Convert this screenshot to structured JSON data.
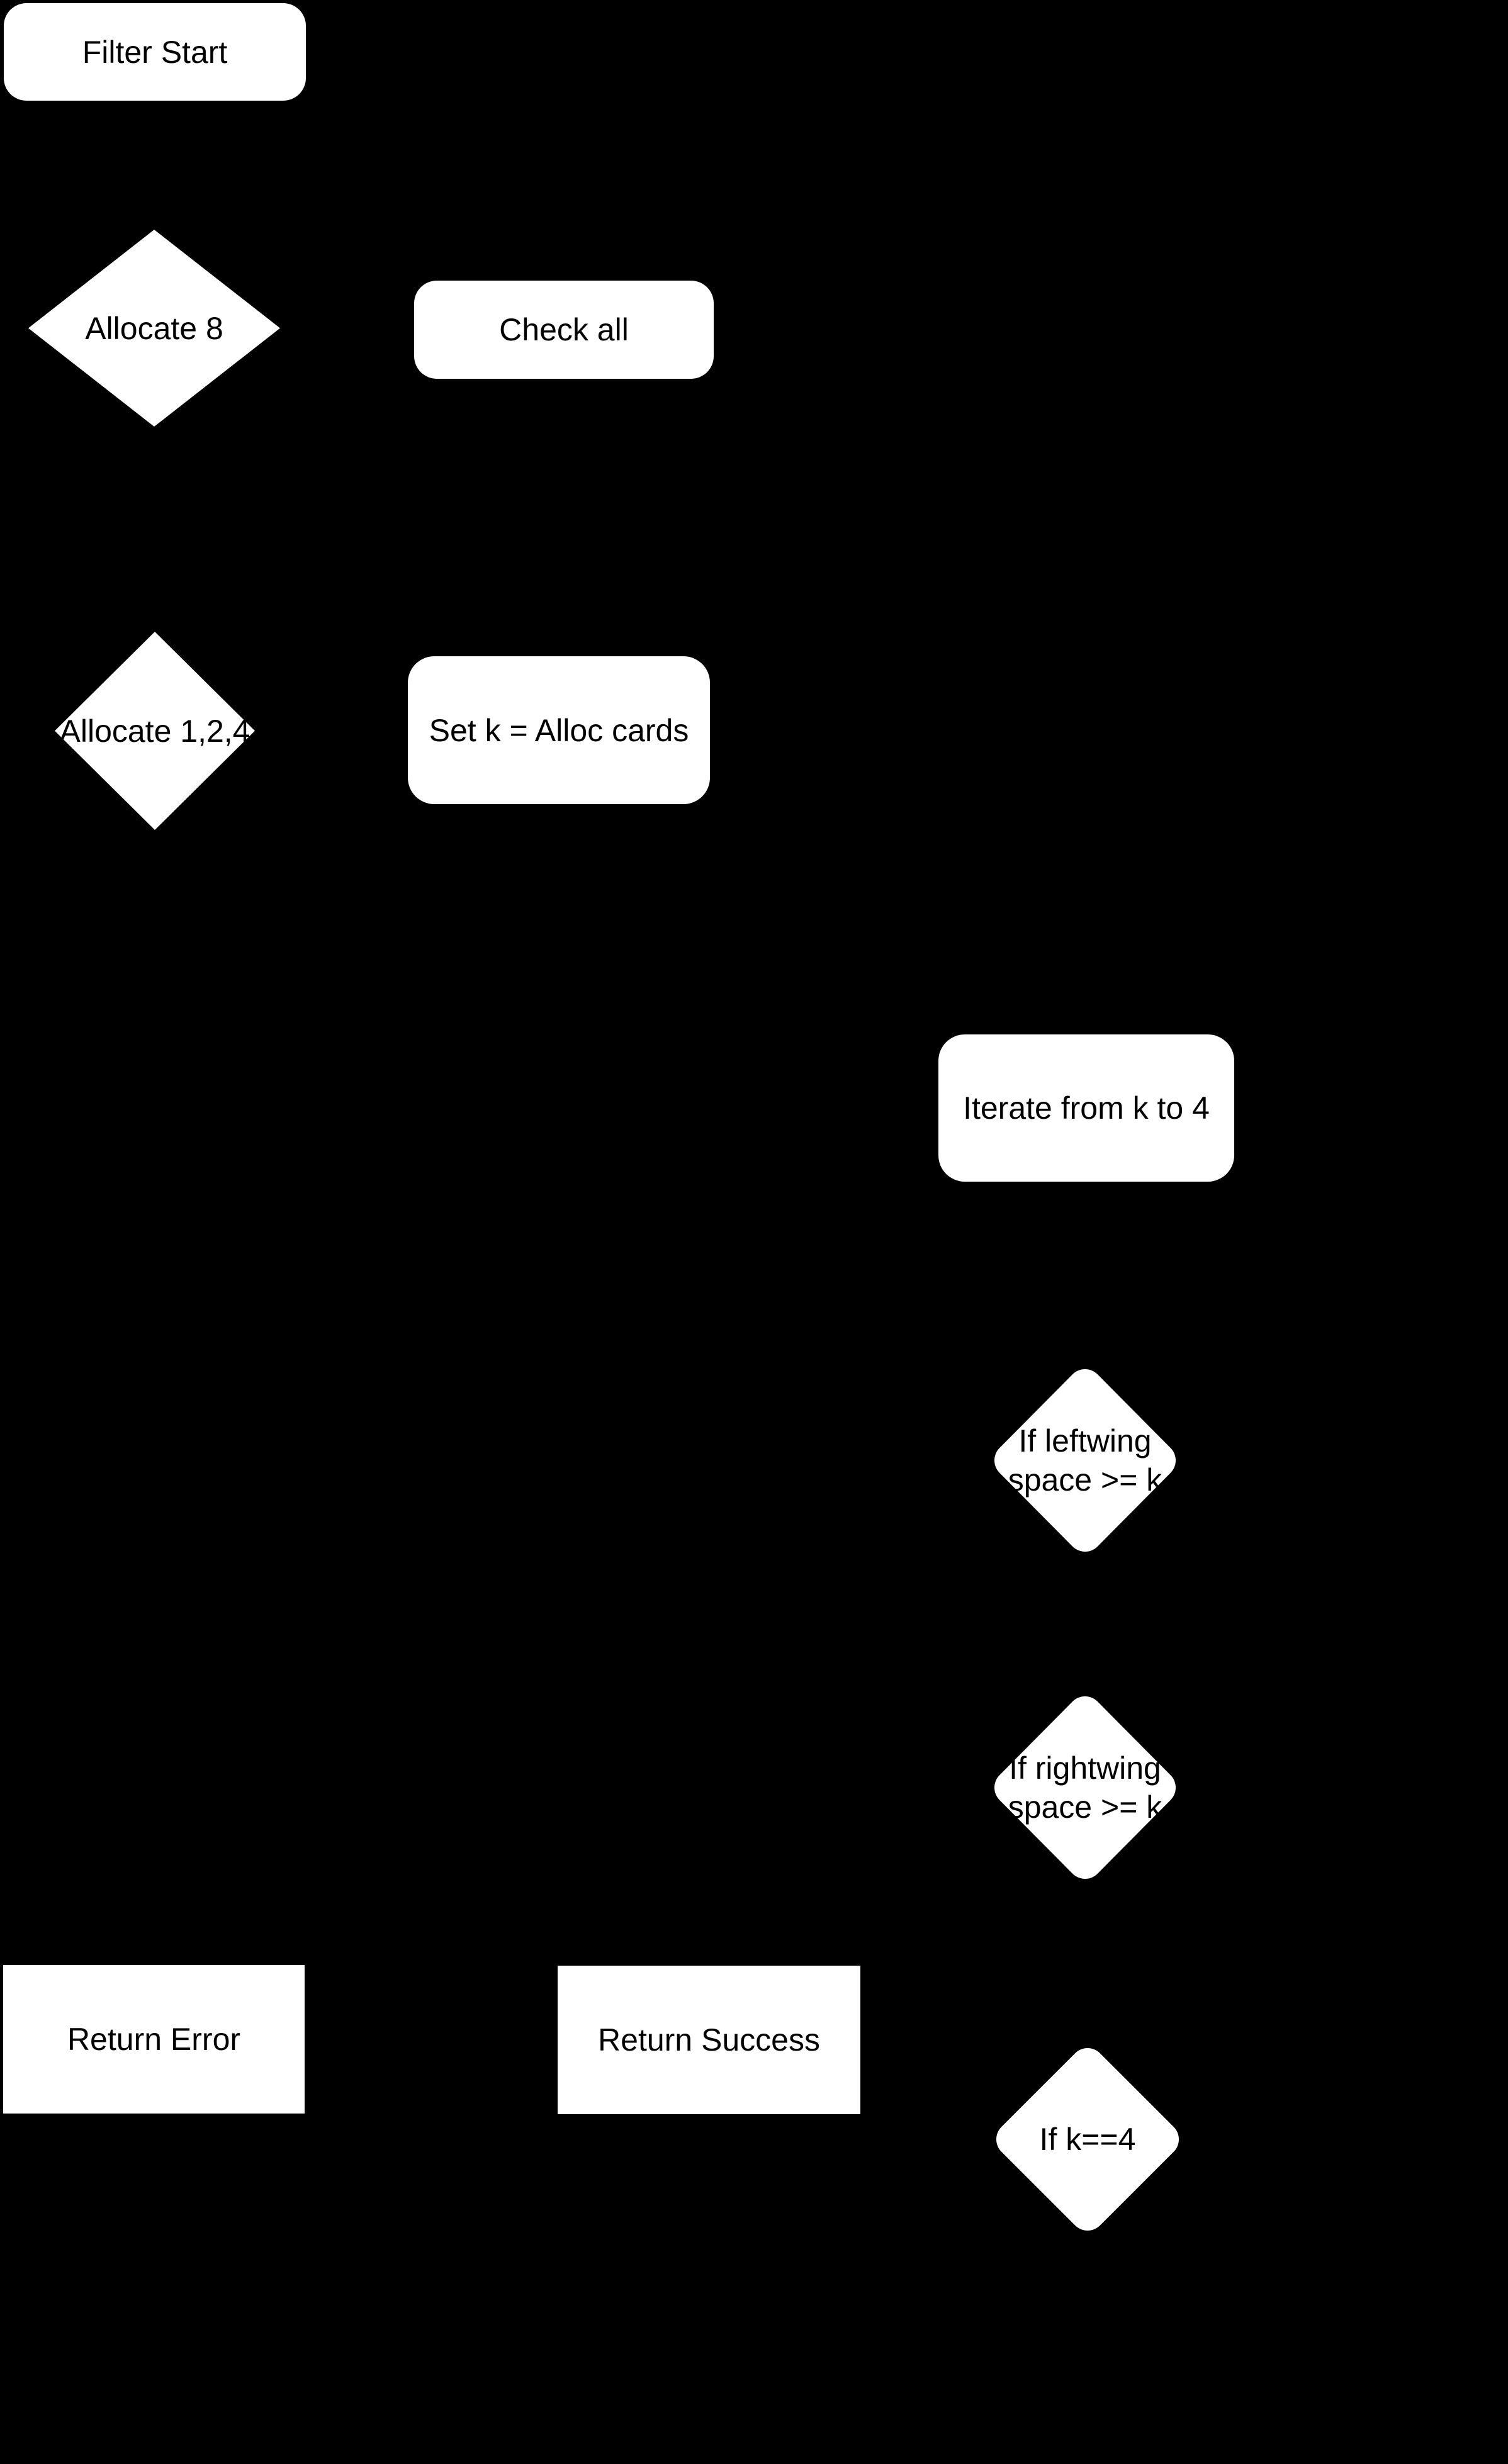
{
  "diagram": {
    "colors": {
      "bg": "#000000",
      "node-fill": "#ffffff",
      "node-text": "#000000"
    },
    "nodes": {
      "filter_start": {
        "label": "Filter Start"
      },
      "allocate_8": {
        "label": "Allocate 8"
      },
      "check_all": {
        "label": "Check all"
      },
      "allocate_124": {
        "label": "Allocate 1,2,4"
      },
      "set_k": {
        "label": "Set k = Alloc cards"
      },
      "iterate": {
        "label": "Iterate from k to 4"
      },
      "if_leftwing": {
        "line1": "If leftwing",
        "line2": "space >= k"
      },
      "if_rightwing": {
        "line1": "If rightwing",
        "line2": "space >= k"
      },
      "return_error": {
        "label": "Return Error"
      },
      "return_success": {
        "label": "Return Success"
      },
      "if_k4": {
        "label": "If k==4"
      }
    }
  }
}
